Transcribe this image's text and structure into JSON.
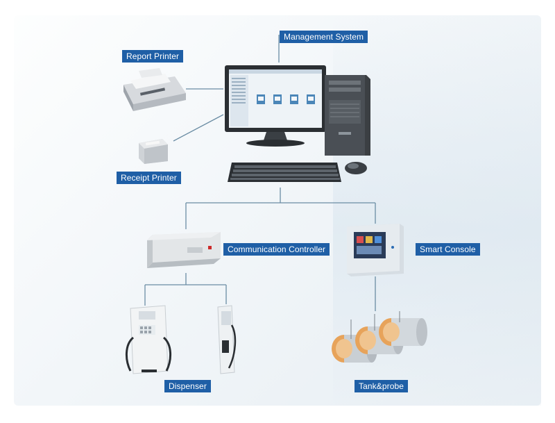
{
  "labels": {
    "management_system": "Management System",
    "report_printer": "Report Printer",
    "receipt_printer": "Receipt Printer",
    "communication_controller": "Communication Controller",
    "smart_console": "Smart Console",
    "dispenser": "Dispenser",
    "tank_probe": "Tank&probe"
  },
  "colors": {
    "label_bg": "#1f5fa6",
    "connector": "#5b7f99"
  }
}
